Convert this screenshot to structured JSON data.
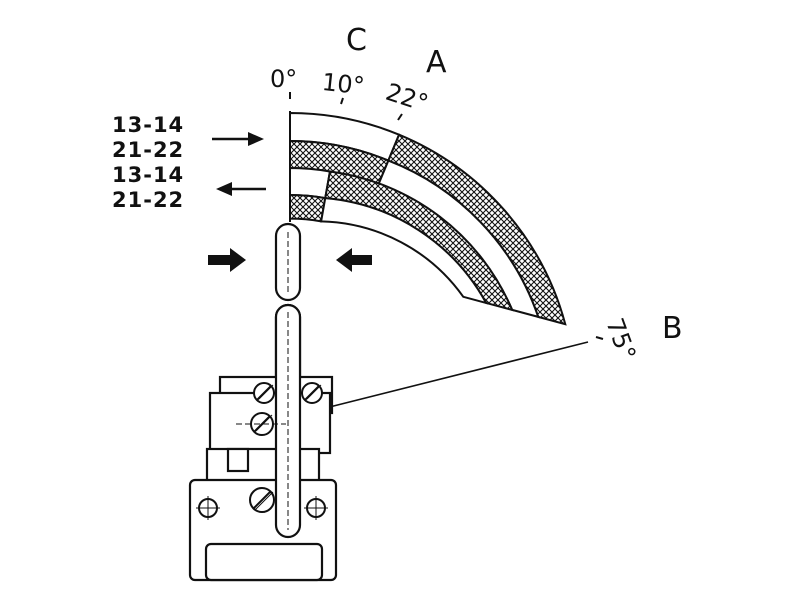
{
  "diagram": {
    "angle_labels": {
      "zero": "0°",
      "ten": "10°",
      "twenty_two": "22°",
      "seventy_five": "75°"
    },
    "zone_labels": {
      "c": "C",
      "a": "A",
      "b": "B"
    },
    "contact_labels": [
      {
        "line1": "13-14",
        "line2": "21-22"
      },
      {
        "line1": "13-14",
        "line2": "21-22"
      }
    ],
    "angles_deg": {
      "start": 0,
      "mark_1": 10,
      "mark_2": 22,
      "end": 75
    },
    "colors": {
      "ink": "#111111",
      "background": "#ffffff"
    }
  }
}
